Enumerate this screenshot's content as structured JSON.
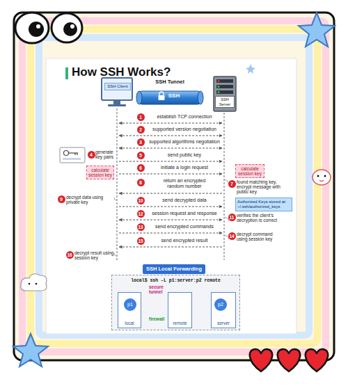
{
  "diagram": {
    "title": "How SSH Works?",
    "nodes": [
      {
        "text": [
          "SSH Client"
        ]
      },
      {
        "text": [
          "SSH Tunnel",
          "SSH"
        ]
      },
      {
        "text": [
          "SSH Server"
        ]
      },
      {
        "text": [
          "calculate session key"
        ]
      },
      {
        "text": [
          "calculate session key"
        ]
      },
      {
        "text": [
          "Authorized Keys stored at: ~/.ssh/authorized_keys"
        ]
      },
      {
        "text": [
          "SSH Local Forwarding"
        ]
      },
      {
        "text": [
          "local$ ssh -L p1:server:p2 remote"
        ]
      },
      {
        "text": [
          "local"
        ],
        "in": 7
      },
      {
        "text": [
          "p1"
        ],
        "in": 8
      },
      {
        "text": [
          "remote"
        ],
        "in": 7
      },
      {
        "text": [
          "server"
        ],
        "in": 7
      },
      {
        "text": [
          "p2"
        ],
        "in": 11
      }
    ],
    "edges": [
      {
        "from": 9,
        "to": 12,
        "arrow": "to"
      }
    ],
    "labels": [
      "1",
      "establish TCP connection",
      "2",
      "supported version negotiation",
      "3",
      "supported algorithms negotiation",
      "4",
      "generate key pairs",
      "5",
      "send public key",
      "6",
      "initiate a login request",
      "7",
      "found matching key, encrypt message with public key",
      "8",
      "return an encrypted random number",
      "9",
      "decrypt data using private key",
      "10",
      "send decrypted data",
      "11",
      "verifies the client's decryption is correct",
      "12",
      "session request and response",
      "13",
      "send encrypted commands",
      "14",
      "decrypt command using session key",
      "15",
      "send encrypted result",
      "16",
      "decrypt result using session key",
      "secure tunnel",
      "firewall"
    ]
  }
}
